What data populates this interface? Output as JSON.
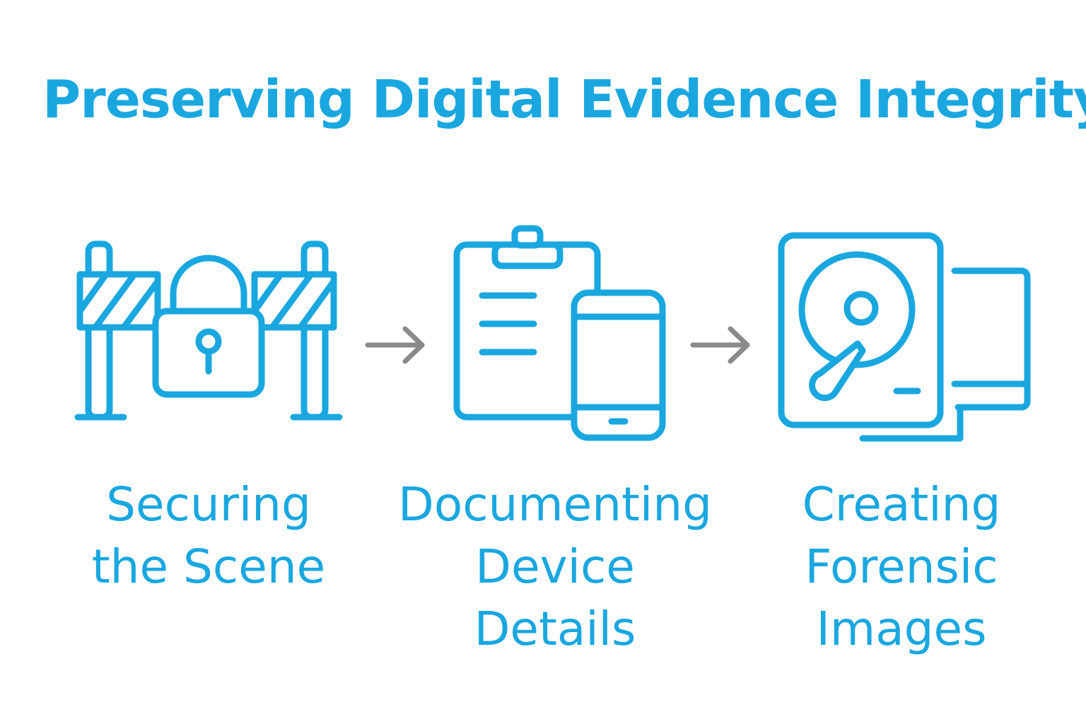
{
  "title": "Preserving Digital Evidence Integrity",
  "colors": {
    "accent": "#1aa7e0",
    "arrow": "#8a8a8a"
  },
  "steps": [
    {
      "icon": "barricade-lock-icon",
      "lines": [
        "Securing",
        "the Scene"
      ]
    },
    {
      "icon": "clipboard-phone-icon",
      "lines": [
        "Documenting",
        "Device",
        "Details"
      ]
    },
    {
      "icon": "hard-drive-computer-icon",
      "lines": [
        "Creating",
        "Forensic",
        "Images"
      ]
    }
  ],
  "arrows": [
    "arrow-right-icon",
    "arrow-right-icon"
  ]
}
